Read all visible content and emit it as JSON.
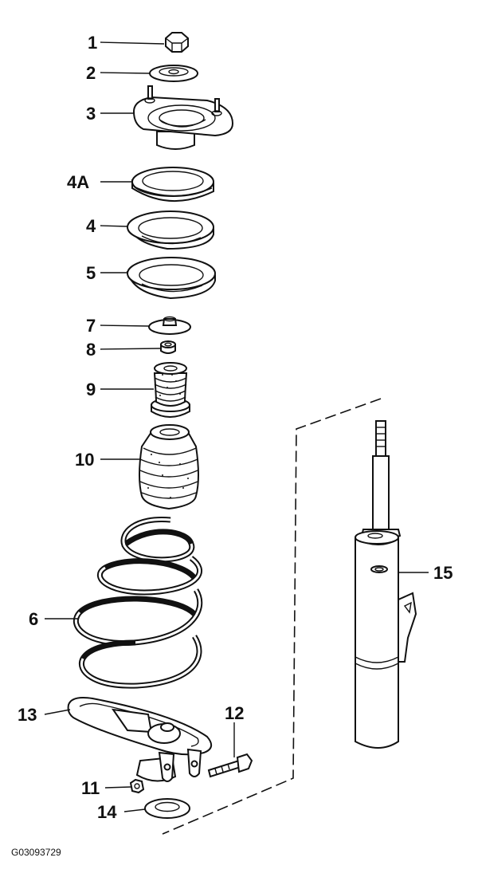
{
  "labels": {
    "p1": "1",
    "p2": "2",
    "p3": "3",
    "p4a": "4A",
    "p4": "4",
    "p5": "5",
    "p7": "7",
    "p8": "8",
    "p9": "9",
    "p10": "10",
    "p6": "6",
    "p13": "13",
    "p12": "12",
    "p11": "11",
    "p14": "14",
    "p15": "15"
  },
  "figure_code": "G03093729"
}
